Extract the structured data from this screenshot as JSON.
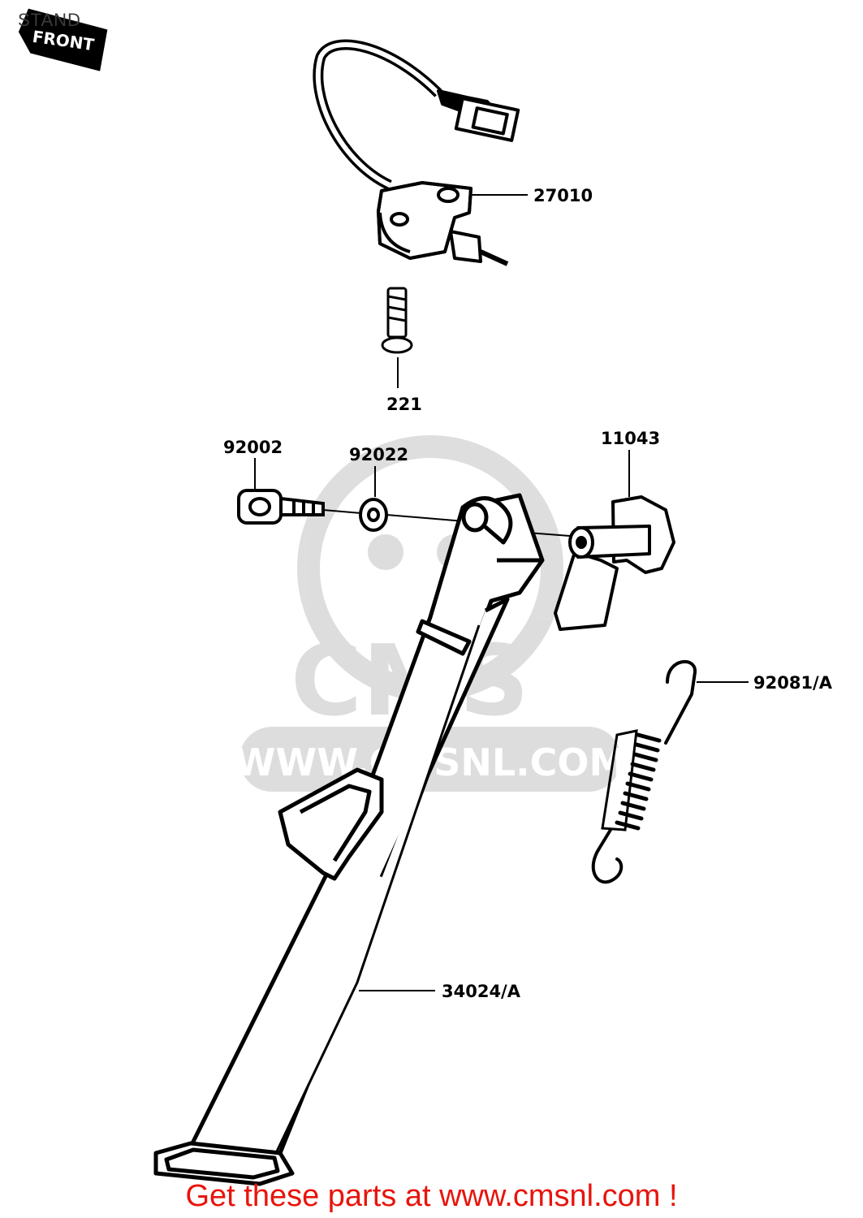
{
  "title": "STAND",
  "front_badge": "FRONT",
  "watermark": {
    "logo": "CMS",
    "url": "WWW.CMSNL.COM"
  },
  "callouts": {
    "switch": "27010",
    "screw": "221",
    "bolt": "92002",
    "washer": "92022",
    "collar": "11043",
    "spring": "92081/A",
    "stand": "34024/A"
  },
  "footer": {
    "text": "Get these parts at www.cmsnl.com !",
    "color": "#e8140c"
  }
}
